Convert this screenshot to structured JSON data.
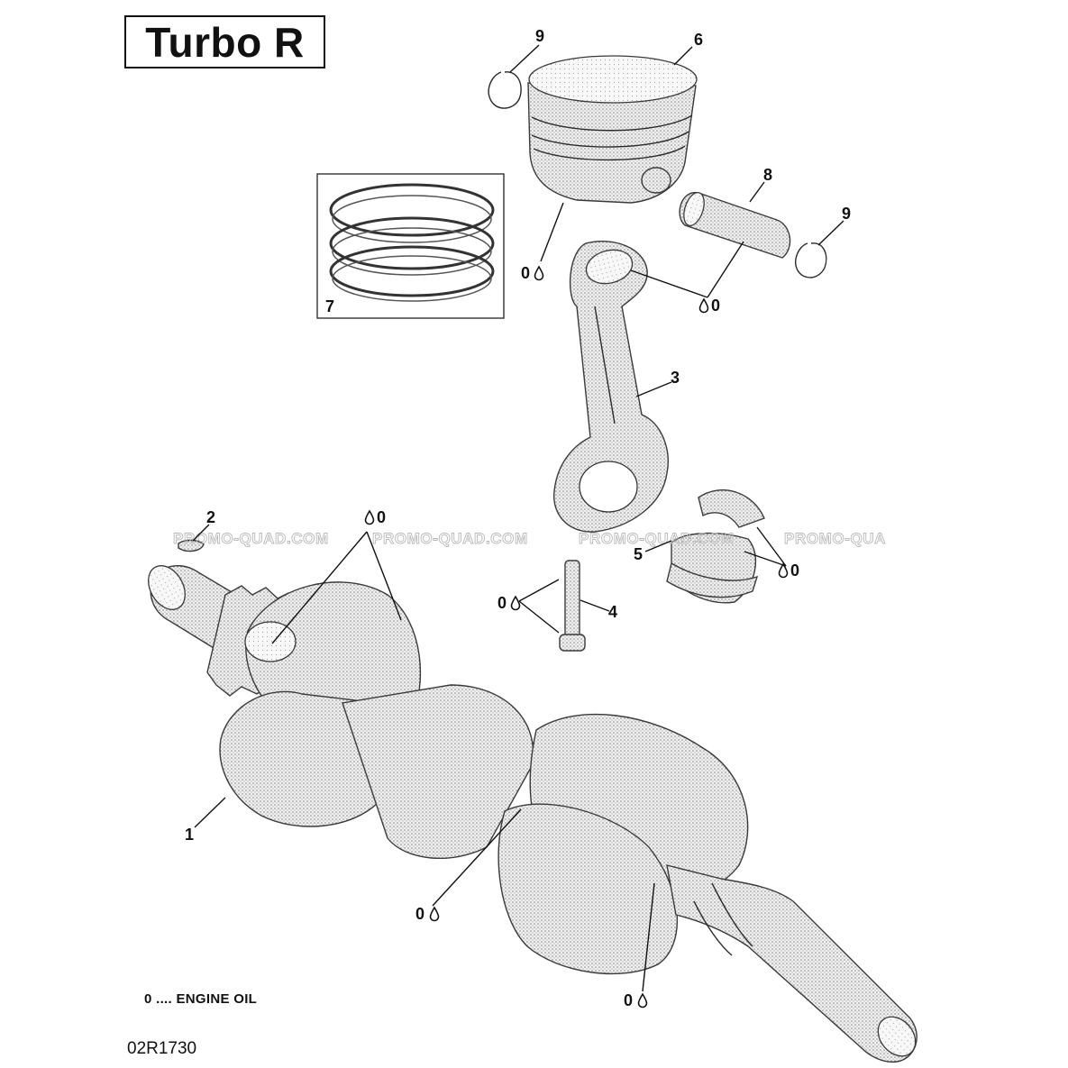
{
  "title": "Turbo R",
  "legend": "0 .... ENGINE OIL",
  "drawing_code": "02R1730",
  "watermark": "PROMO-QUAD.COM",
  "watermark_truncated": "PROMO-QUA",
  "oil_mark": "0",
  "callouts": {
    "c1": "1",
    "c2": "2",
    "c3": "3",
    "c4": "4",
    "c5": "5",
    "c6": "6",
    "c7": "7",
    "c8": "8",
    "c9a": "9",
    "c9b": "9"
  },
  "parts": [
    {
      "ref": "1",
      "name": "crankshaft"
    },
    {
      "ref": "2",
      "name": "woodruff key"
    },
    {
      "ref": "3",
      "name": "connecting rod"
    },
    {
      "ref": "4",
      "name": "connecting rod screw"
    },
    {
      "ref": "5",
      "name": "bearing shells"
    },
    {
      "ref": "6",
      "name": "piston"
    },
    {
      "ref": "7",
      "name": "piston ring set"
    },
    {
      "ref": "8",
      "name": "piston pin"
    },
    {
      "ref": "9",
      "name": "circlip"
    }
  ],
  "colors": {
    "ink": "#111111",
    "stipple": "#8a8a8a",
    "watermark": "#b9b9b9",
    "background": "#ffffff"
  },
  "icons": {
    "oil_drop": "oil-drop-icon"
  }
}
